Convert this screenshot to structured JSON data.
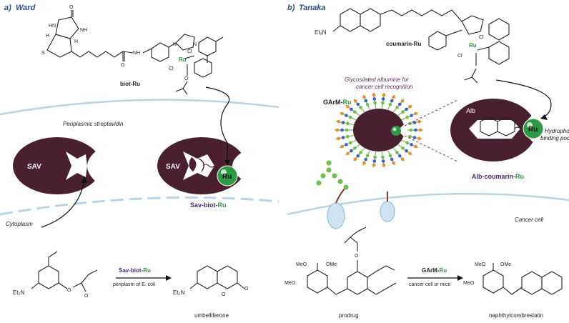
{
  "colors": {
    "membrane": "#b9d4e6",
    "protein": "#4a1f2f",
    "ru_green": "#2e9a45",
    "chain_green": "#6cc04a",
    "label_blue": "#2d4f87",
    "label_purple": "#4b2a6e",
    "vesicle": "#cfe3f2"
  },
  "panel_a": {
    "label_letter": "a)",
    "label_name": "Ward",
    "ru_complex_name": "biot-Ru",
    "amide_nh": "NH",
    "cl1": "Cl",
    "cl2": "Cl",
    "ru_atom": "Ru",
    "h_top": "H",
    "h_bottom": "H",
    "hn": "HN",
    "nh": "NH",
    "s_atom": "S",
    "o_atom": "O",
    "periplasm_label": "Periplasmic streptavidin",
    "sav_left": "SAV",
    "sav_right": "SAV",
    "ru_bead": "Ru",
    "construct": {
      "part1": "Sav-",
      "part2": "biot-",
      "part3": "Ru"
    },
    "cytoplasm_label": "Cytoplasm",
    "reaction": {
      "catalyst": {
        "part1": "Sav-",
        "part2": "biot-",
        "part3": "Ru"
      },
      "conditions": "periplasm of E. coli",
      "substrate_amine": "Et₂N",
      "product_amine": "Et₂N",
      "product_name": "umbelliferone"
    }
  },
  "panel_b": {
    "label_letter": "b)",
    "label_name": "Tanaka",
    "coumarin_name": "coumarin-Ru",
    "et2n": "Et₂N",
    "cl1": "Cl",
    "cl2": "Cl",
    "ru_atom": "Ru",
    "glyco_note_line1": "Glycosilated albumine for",
    "glyco_note_line2": "cancer cell recognition",
    "garm": {
      "part1": "GArM-",
      "part2": "Ru"
    },
    "alb_label": "Alb",
    "ru_bead": "Ru",
    "pocket_line1": "Hydrophobic",
    "pocket_line2": "binding pocket",
    "alb_construct": {
      "part1": "Alb-",
      "part2": "coumarin-",
      "part3": "Ru"
    },
    "cancer_label": "Cancer cell",
    "reaction": {
      "catalyst": {
        "part1": "GArM-",
        "part2": "Ru"
      },
      "conditions": "cancer cell or mice",
      "prodrug_label": "prodrug",
      "product_label": "naphthylcombrestatin",
      "meo": "MeO",
      "ome": "OMe"
    }
  }
}
